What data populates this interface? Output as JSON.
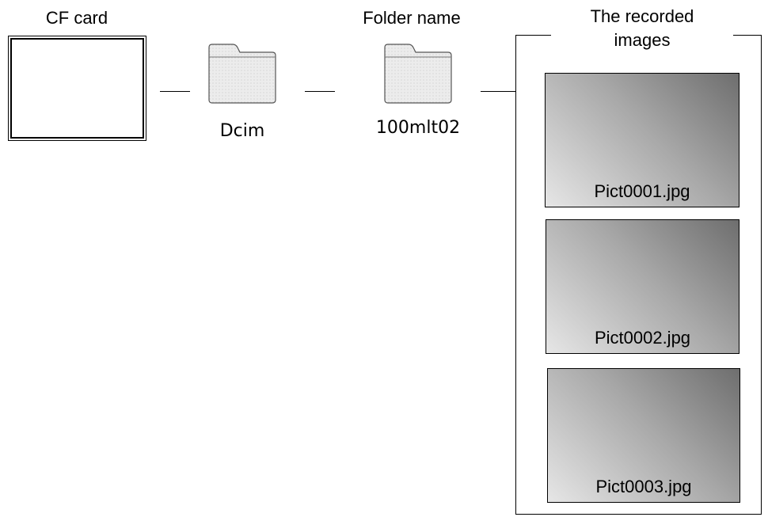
{
  "labels": {
    "cf_card": "CF card",
    "folder_name": "Folder name",
    "recorded_images_line1": "The recorded",
    "recorded_images_line2": "images"
  },
  "folders": [
    {
      "name": "Dcim",
      "icon": "folder-icon"
    },
    {
      "name": "100mlt02",
      "icon": "folder-icon"
    }
  ],
  "images": [
    {
      "filename": "Pict0001.jpg"
    },
    {
      "filename": "Pict0002.jpg"
    },
    {
      "filename": "Pict0003.jpg"
    }
  ],
  "colors": {
    "thumbnail_dark": "#6e6e6e",
    "thumbnail_light": "#e6e6e6",
    "folder_fill": "#e8e8e8"
  }
}
